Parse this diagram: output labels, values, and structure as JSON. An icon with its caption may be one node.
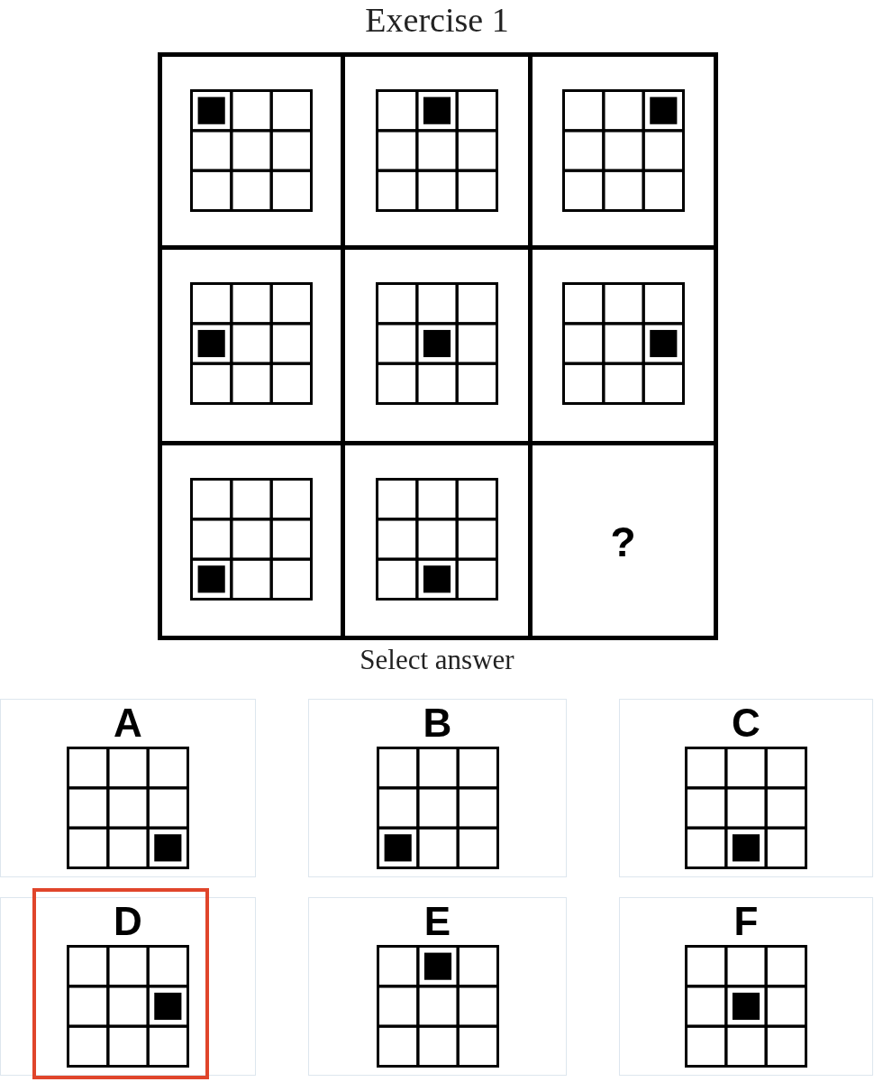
{
  "diagram": {
    "title": "Exercise 1",
    "nodes": [
      {
        "text": [],
        "shape": "box"
      },
      {
        "text": [],
        "shape": "box"
      },
      {
        "text": [],
        "shape": "box"
      },
      {
        "text": [],
        "shape": "box"
      },
      {
        "text": [],
        "shape": "box"
      },
      {
        "text": [],
        "shape": "box"
      },
      {
        "text": [],
        "shape": "box"
      },
      {
        "text": [],
        "shape": "box"
      },
      {
        "text": [
          "?"
        ]
      },
      {
        "text": [
          "A"
        ]
      },
      {
        "text": [
          "B"
        ]
      },
      {
        "text": [
          "C"
        ]
      },
      {
        "text": [
          "D"
        ]
      },
      {
        "text": [
          "E"
        ]
      },
      {
        "text": [
          "F"
        ]
      }
    ],
    "edges": [],
    "labels": [
      "Select answer"
    ]
  }
}
